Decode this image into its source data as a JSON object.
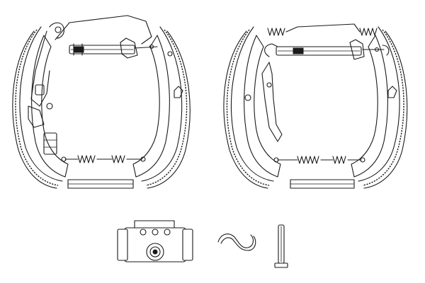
{
  "diagram": {
    "type": "exploded parts drawing",
    "style": {
      "line_color": "#1a1a1a",
      "background": "#ffffff"
    },
    "parts": [
      {
        "id": "shoe-assembly-left",
        "icon": "brake-shoe-assembly-icon"
      },
      {
        "id": "shoe-assembly-right",
        "icon": "brake-shoe-assembly-icon"
      },
      {
        "id": "wheel-cylinder",
        "icon": "wheel-cylinder-icon"
      },
      {
        "id": "retaining-clip",
        "icon": "spring-clip-icon"
      },
      {
        "id": "hold-down-pin",
        "icon": "pin-icon"
      }
    ]
  }
}
